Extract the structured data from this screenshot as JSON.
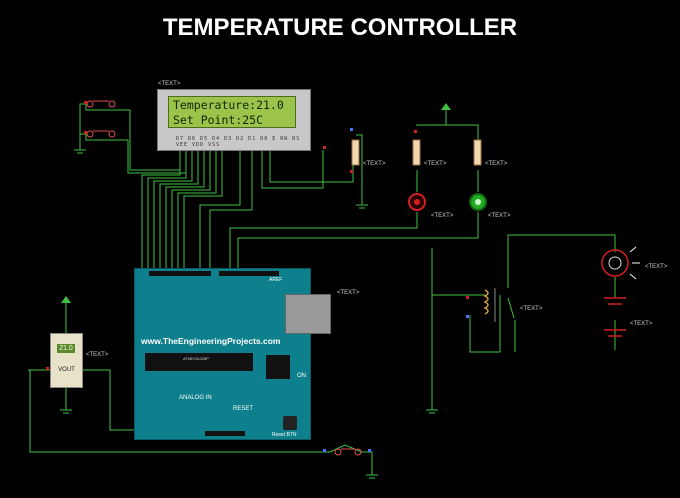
{
  "title": "TEMPERATURE CONTROLLER",
  "placeholder_text": "<TEXT>",
  "lcd": {
    "line1": "Temperature:21.0",
    "line2": "Set Point:25C",
    "pins": "D7 D6 D5 D4 D3 D2 D1 D0 E RW RS VEE VDD VSS"
  },
  "arduino": {
    "website": "www.TheEngineeringProjects.com",
    "on_label": "ON",
    "analog_label": "ANALOG IN",
    "reset_label": "RESET",
    "reset_btn_label": "Reset BTN",
    "aref_label": "AREF",
    "chip_label": "ATMEGA328P"
  },
  "voltmeter": {
    "reading": "21.0",
    "label": "VOUT"
  },
  "colors": {
    "background": "#000000",
    "wire": "#3fbf3f",
    "board": "#0e7f8c",
    "lcd_screen": "#9cc44a",
    "red_led": "#d22020",
    "green_led": "#22aa22"
  }
}
